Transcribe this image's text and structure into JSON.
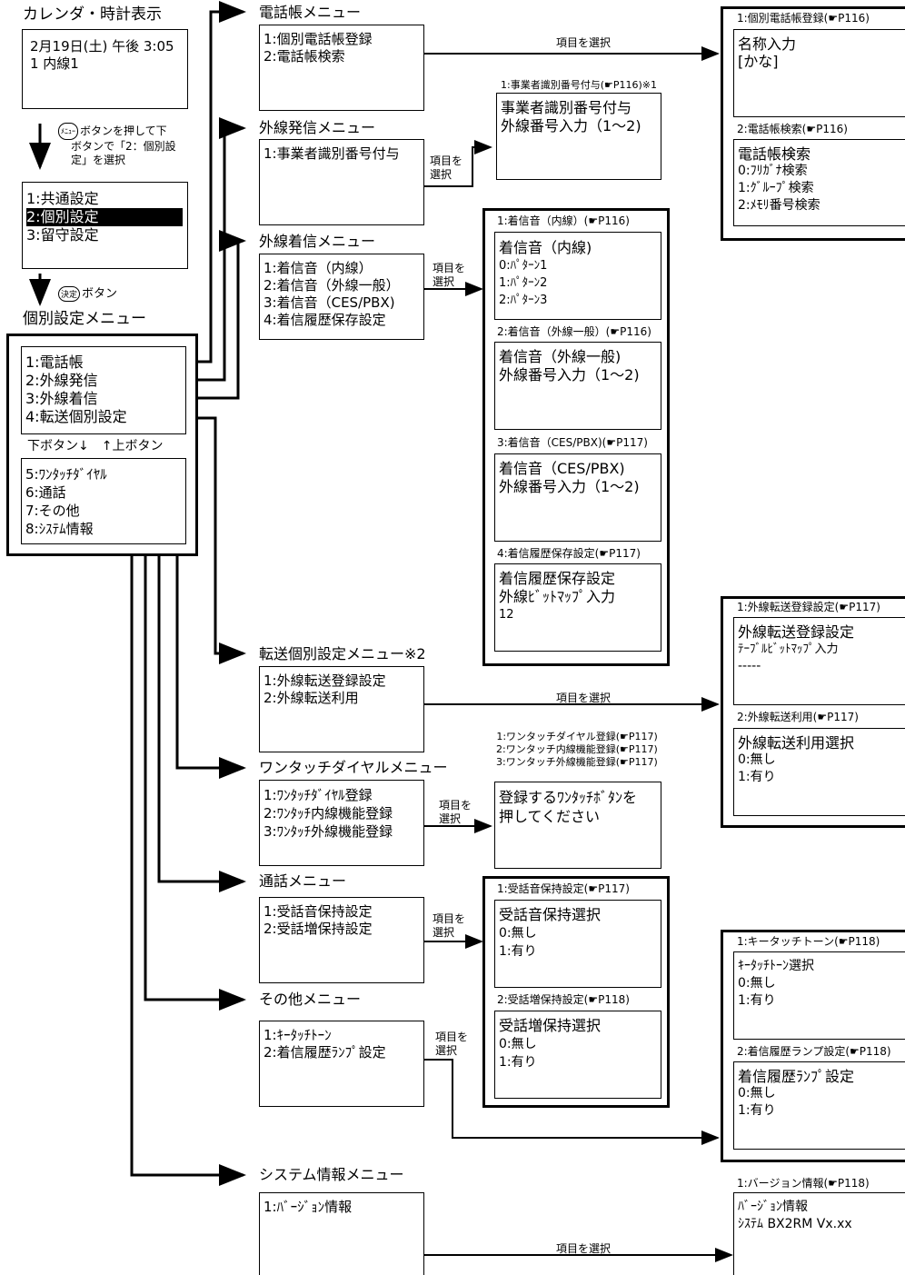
{
  "calendar": {
    "title": "カレンダ・時計表示",
    "screen": [
      "2月19日(土) 午後 3:05",
      "1 内線1"
    ],
    "step1_btn": "ﾒﾆｭｰ",
    "step1_text": [
      "ボタンを押して下",
      "ボタンで「2：個別設",
      "定」を選択"
    ]
  },
  "settings_menu": {
    "items": [
      "1:共通設定",
      "2:個別設定",
      "3:留守設定"
    ]
  },
  "step2": {
    "btn": "決定",
    "text": "ボタン"
  },
  "personal_menu": {
    "title": "個別設定メニュー",
    "items_top": [
      "1:電話帳",
      "2:外線発信",
      "3:外線着信",
      "4:転送個別設定"
    ],
    "nav": "下ボタン↓　↑上ボタン",
    "items_bottom": [
      "5:ﾜﾝﾀｯﾁﾀﾞｲﾔﾙ",
      "6:通話",
      "7:その他",
      "8:ｼｽﾃﾑ情報"
    ]
  },
  "select_item": "項目を選択",
  "select_item_2line": [
    "項目を",
    "選択"
  ],
  "menus": {
    "phonebook": {
      "title": "電話帳メニュー",
      "items": [
        "1:個別電話帳登録",
        "2:電話帳検索"
      ]
    },
    "outgoing": {
      "title": "外線発信メニュー",
      "items": [
        "1:事業者識別番号付与"
      ]
    },
    "incoming": {
      "title": "外線着信メニュー",
      "items": [
        "1:着信音（内線）",
        "2:着信音（外線一般）",
        "3:着信音（CES/PBX)",
        "4:着信履歴保存設定"
      ]
    },
    "transfer": {
      "title": "転送個別設定メニュー※2",
      "items": [
        "1:外線転送登録設定",
        "2:外線転送利用"
      ]
    },
    "onetouch": {
      "title": "ワンタッチダイヤルメニュー",
      "items": [
        "1:ﾜﾝﾀｯﾁﾀﾞｲﾔﾙ登録",
        "2:ﾜﾝﾀｯﾁ内線機能登録",
        "3:ﾜﾝﾀｯﾁ外線機能登録"
      ]
    },
    "call": {
      "title": "通話メニュー",
      "items": [
        "1:受話音保持設定",
        "2:受話増保持設定"
      ]
    },
    "other": {
      "title": "その他メニュー",
      "items": [
        "1:ｷｰﾀｯﾁﾄｰﾝ",
        "2:着信履歴ﾗﾝﾌﾟ設定"
      ]
    },
    "sysinfo": {
      "title": "システム情報メニュー",
      "items": [
        "1:ﾊﾞｰｼﾞｮﾝ情報"
      ]
    }
  },
  "screens": {
    "pb_reg": {
      "caption": "1:個別電話帳登録(☛P116)",
      "lines": [
        "名称入力",
        "",
        "",
        "[かな]"
      ]
    },
    "pb_search": {
      "caption": "2:電話帳検索(☛P116)",
      "lines": [
        "電話帳検索",
        "0:ﾌﾘｶﾞﾅ検索",
        "1:ｸﾞﾙｰﾌﾟ検索",
        "2:ﾒﾓﾘ番号検索"
      ]
    },
    "carrier": {
      "caption": "1:事業者識別番号付与(☛P116)※1",
      "lines": [
        "事業者識別番号付与",
        "外線番号入力（1〜2)"
      ]
    },
    "ring_in": {
      "caption": "1:着信音（内線）(☛P116)",
      "lines": [
        "着信音（内線)",
        "0:ﾊﾟﾀｰﾝ1",
        "1:ﾊﾟﾀｰﾝ2",
        "2:ﾊﾟﾀｰﾝ3"
      ]
    },
    "ring_out": {
      "caption": "2:着信音（外線一般）(☛P116)",
      "lines": [
        "着信音（外線一般)",
        "外線番号入力（1〜2)"
      ]
    },
    "ring_ces": {
      "caption": "3:着信音（CES/PBX)(☛P117)",
      "lines": [
        "着信音（CES/PBX)",
        "外線番号入力（1〜2)"
      ]
    },
    "history": {
      "caption": "4:着信履歴保存設定(☛P117)",
      "lines": [
        "着信履歴保存設定",
        "外線ﾋﾞｯﾄﾏｯﾌﾟ入力",
        "12"
      ]
    },
    "fwd_reg": {
      "caption": "1:外線転送登録設定(☛P117)",
      "lines": [
        "外線転送登録設定",
        "ﾃｰﾌﾞﾙﾋﾞｯﾄﾏｯﾌﾟ入力",
        "-----"
      ]
    },
    "fwd_use": {
      "caption": "2:外線転送利用(☛P117)",
      "lines": [
        "外線転送利用選択",
        "0:無し",
        "1:有り"
      ]
    },
    "onetouch_reg": {
      "captions": [
        "1:ワンタッチダイヤル登録(☛P117)",
        "2:ワンタッチ内線機能登録(☛P117)",
        "3:ワンタッチ外線機能登録(☛P117)"
      ],
      "lines": [
        "登録するﾜﾝﾀｯﾁﾎﾞﾀﾝを",
        "押してください"
      ]
    },
    "hold1": {
      "caption": "1:受話音保持設定(☛P117)",
      "lines": [
        "受話音保持選択",
        "0:無し",
        "1:有り"
      ]
    },
    "hold2": {
      "caption": "2:受話増保持設定(☛P118)",
      "lines": [
        "受話増保持選択",
        "0:無し",
        "1:有り"
      ]
    },
    "keytone": {
      "caption": "1:キータッチトーン(☛P118)",
      "lines": [
        "ｷｰﾀｯﾁﾄｰﾝ選択",
        "0:無し",
        "1:有り"
      ]
    },
    "lamp": {
      "caption": "2:着信履歴ランプ設定(☛P118)",
      "lines": [
        "着信履歴ﾗﾝﾌﾟ設定",
        "0:無し",
        "1:有り"
      ]
    },
    "version": {
      "caption": "1:バージョン情報(☛P118)",
      "lines": [
        "ﾊﾞｰｼﾞｮﾝ情報",
        "ｼｽﾃﾑ BX2RM Vx.xx"
      ]
    }
  }
}
